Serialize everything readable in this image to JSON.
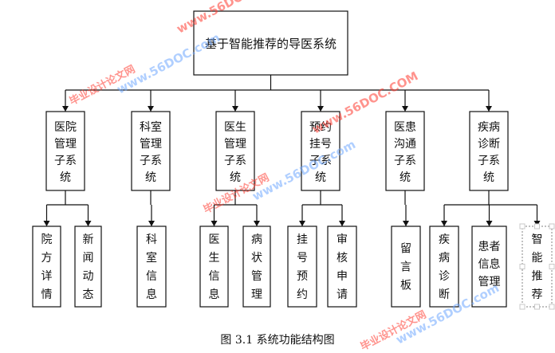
{
  "root": {
    "id": "root",
    "label": "基于智能推荐的导医系统"
  },
  "subsystems": [
    {
      "id": "s1",
      "lines": [
        "医院",
        "管理",
        "子系",
        "统"
      ],
      "children": [
        {
          "id": "s1c1",
          "chars": [
            "院",
            "方",
            "详",
            "情"
          ]
        },
        {
          "id": "s1c2",
          "chars": [
            "新",
            "闻",
            "动",
            "态"
          ]
        }
      ]
    },
    {
      "id": "s2",
      "lines": [
        "科室",
        "管理",
        "子系",
        "统"
      ],
      "children": [
        {
          "id": "s2c1",
          "chars": [
            "科",
            "室",
            "信",
            "息"
          ]
        }
      ]
    },
    {
      "id": "s3",
      "lines": [
        "医生",
        "管理",
        "子系",
        "统"
      ],
      "children": [
        {
          "id": "s3c1",
          "chars": [
            "医",
            "生",
            "信",
            "息"
          ]
        },
        {
          "id": "s3c2",
          "chars": [
            "病",
            "状",
            "管",
            "理"
          ]
        }
      ]
    },
    {
      "id": "s4",
      "lines": [
        "预约",
        "挂号",
        "子系",
        "统"
      ],
      "children": [
        {
          "id": "s4c1",
          "chars": [
            "挂",
            "号",
            "预",
            "约"
          ]
        },
        {
          "id": "s4c2",
          "chars": [
            "审",
            "核",
            "申",
            "请"
          ]
        }
      ]
    },
    {
      "id": "s5",
      "lines": [
        "医患",
        "沟通",
        "子系",
        "统"
      ],
      "children": [
        {
          "id": "s5c1",
          "chars": [
            "留",
            "言",
            "板"
          ]
        }
      ]
    },
    {
      "id": "s6",
      "lines": [
        "疾病",
        "诊断",
        "子系",
        "统"
      ],
      "children": [
        {
          "id": "s6c1",
          "chars": [
            "疾",
            "病",
            "诊",
            "断"
          ]
        },
        {
          "id": "s6c2",
          "lines": [
            "患者",
            "信息",
            "管理"
          ]
        },
        {
          "id": "s6c3",
          "chars": [
            "智",
            "能",
            "推",
            "荐"
          ]
        }
      ]
    }
  ],
  "caption": "图 3.1 系统功能结构图",
  "watermarks": [
    "毕业设计论文网",
    "www.56DOC.com",
    "www.56DOC.COM"
  ],
  "colors": {
    "line": "#111111",
    "watermark_red": "#ff3b2f",
    "watermark_blue": "#6fa8ff",
    "handle": "#c8c8c8"
  }
}
